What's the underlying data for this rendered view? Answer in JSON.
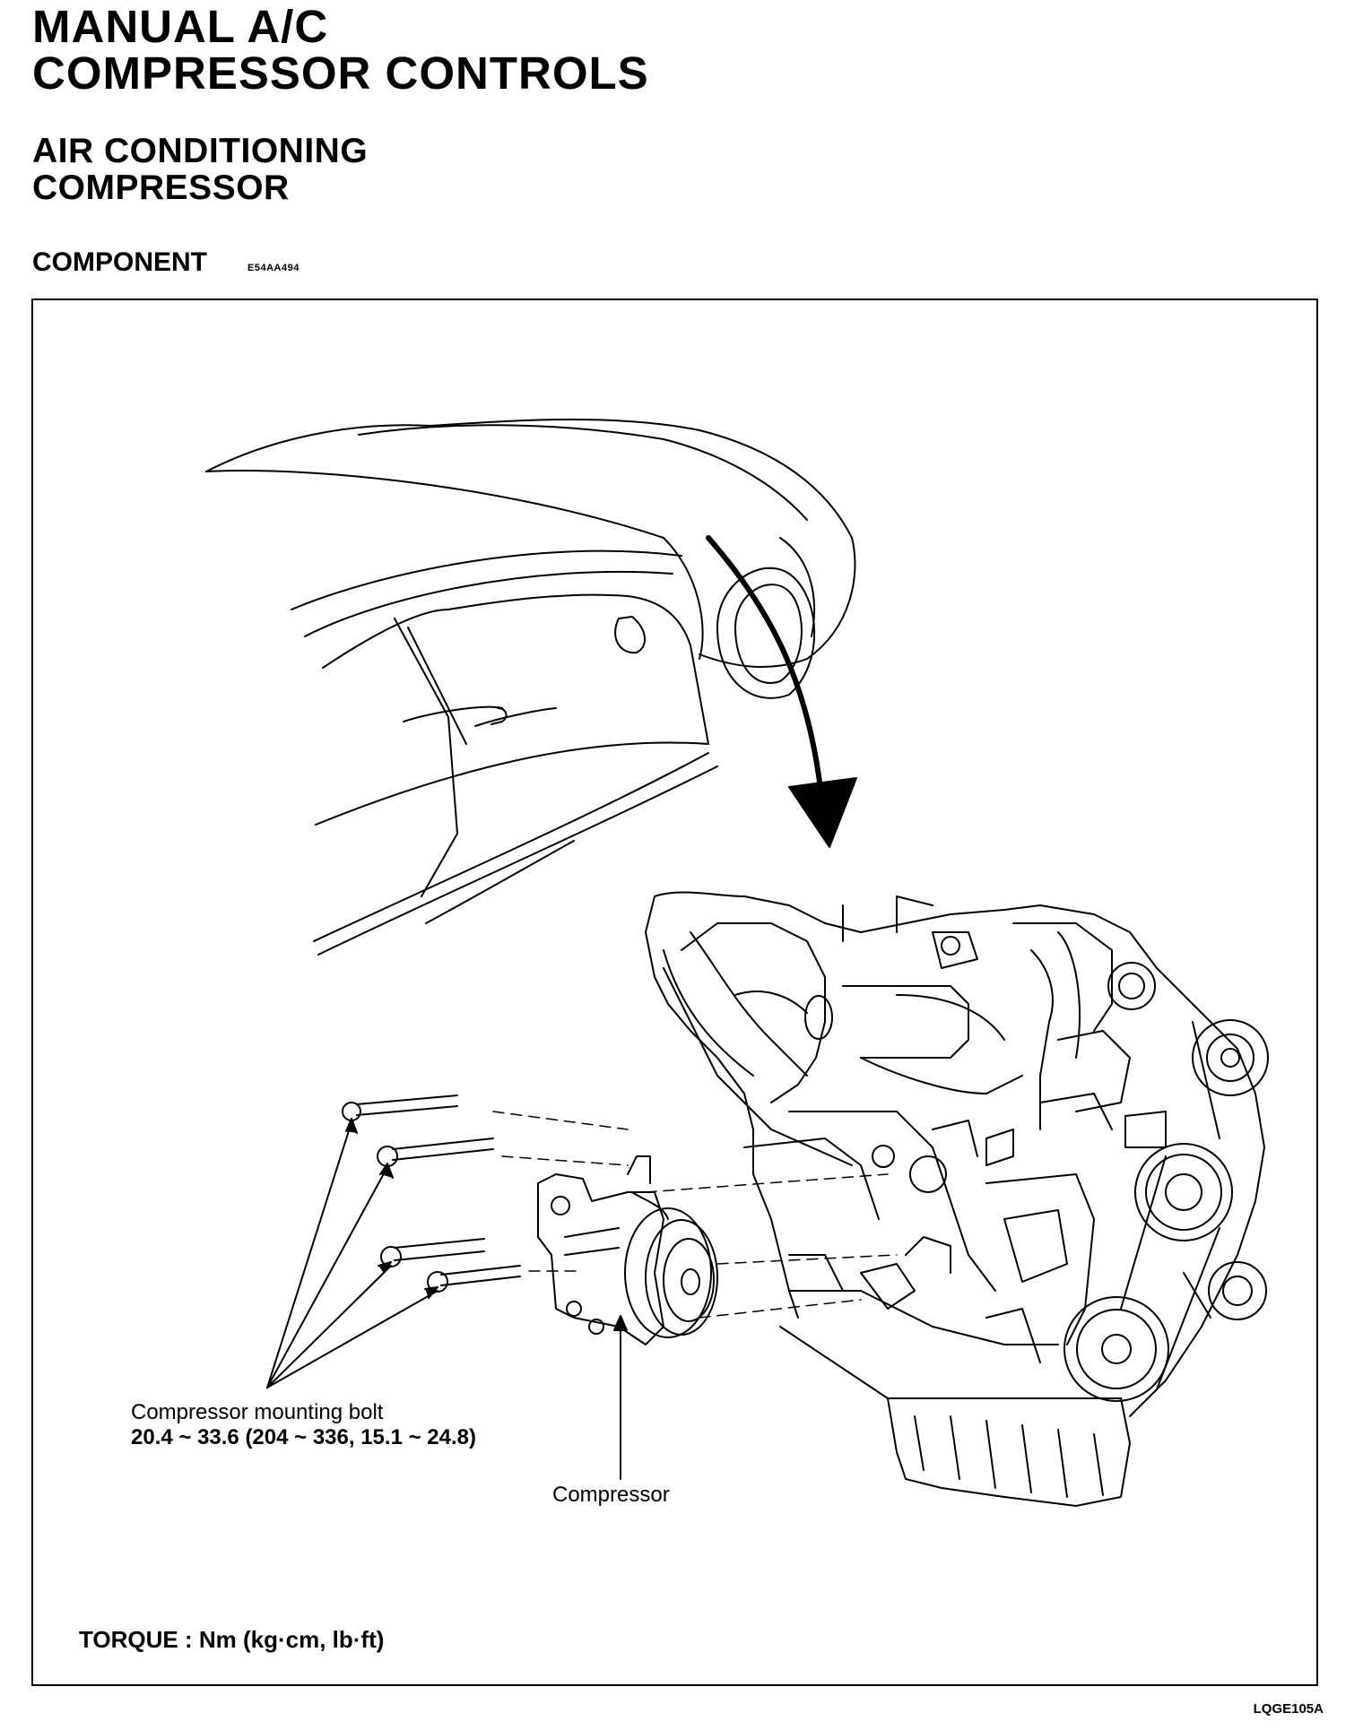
{
  "header": {
    "title_line1": "MANUAL A/C",
    "title_line2": "COMPRESSOR CONTROLS",
    "subtitle_line1": "AIR CONDITIONING",
    "subtitle_line2": "COMPRESSOR",
    "section": "COMPONENT",
    "section_code": "E54AA494"
  },
  "figure": {
    "bolt_label": "Compressor mounting bolt",
    "bolt_torque": "20.4 ~ 33.6 (204 ~ 336, 15.1 ~ 24.8)",
    "compressor_label": "Compressor",
    "torque_note": "TORQUE : Nm (kg·cm, lb·ft)",
    "figure_code": "LQGE105A"
  }
}
